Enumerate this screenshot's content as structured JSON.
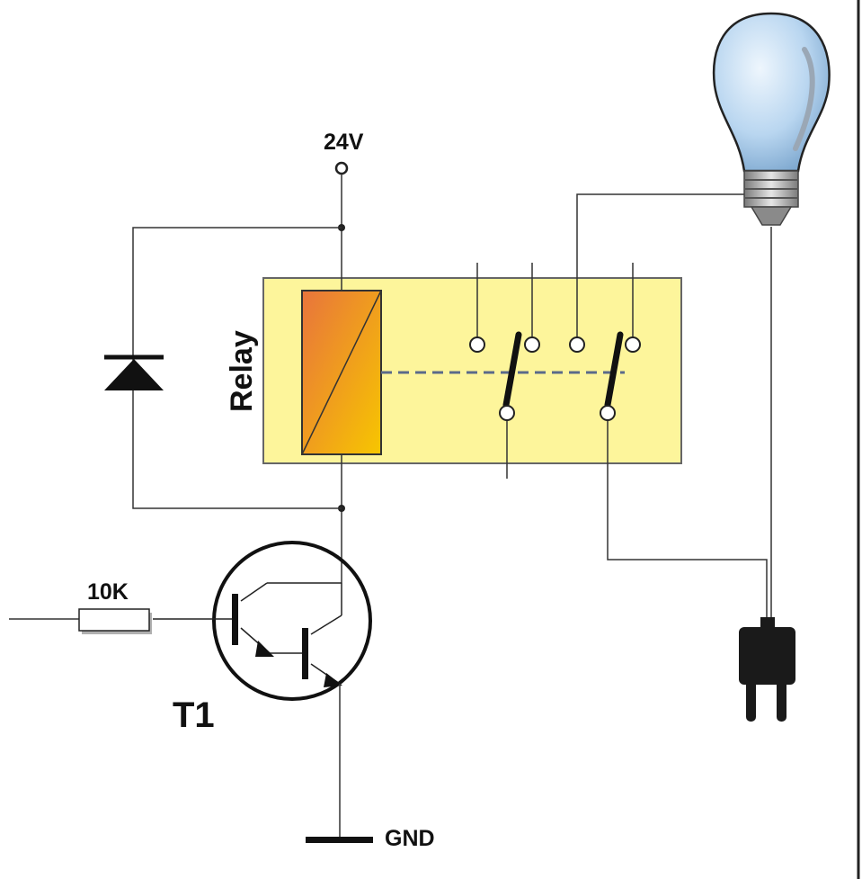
{
  "labels": {
    "supply": "24V",
    "relay": "Relay",
    "resistor": "10K",
    "transistor": "T1",
    "ground": "GND"
  },
  "colors": {
    "wire": "#333333",
    "relay_body": "#fdf59b",
    "relay_border": "#555555",
    "coil_top": "#e8743c",
    "coil_bottom": "#f7c600",
    "linkage": "#5a6a8a",
    "bulb_glass": "#b9d6f0",
    "bulb_base": "#a0a0a0",
    "plug": "#1a1a1a"
  }
}
